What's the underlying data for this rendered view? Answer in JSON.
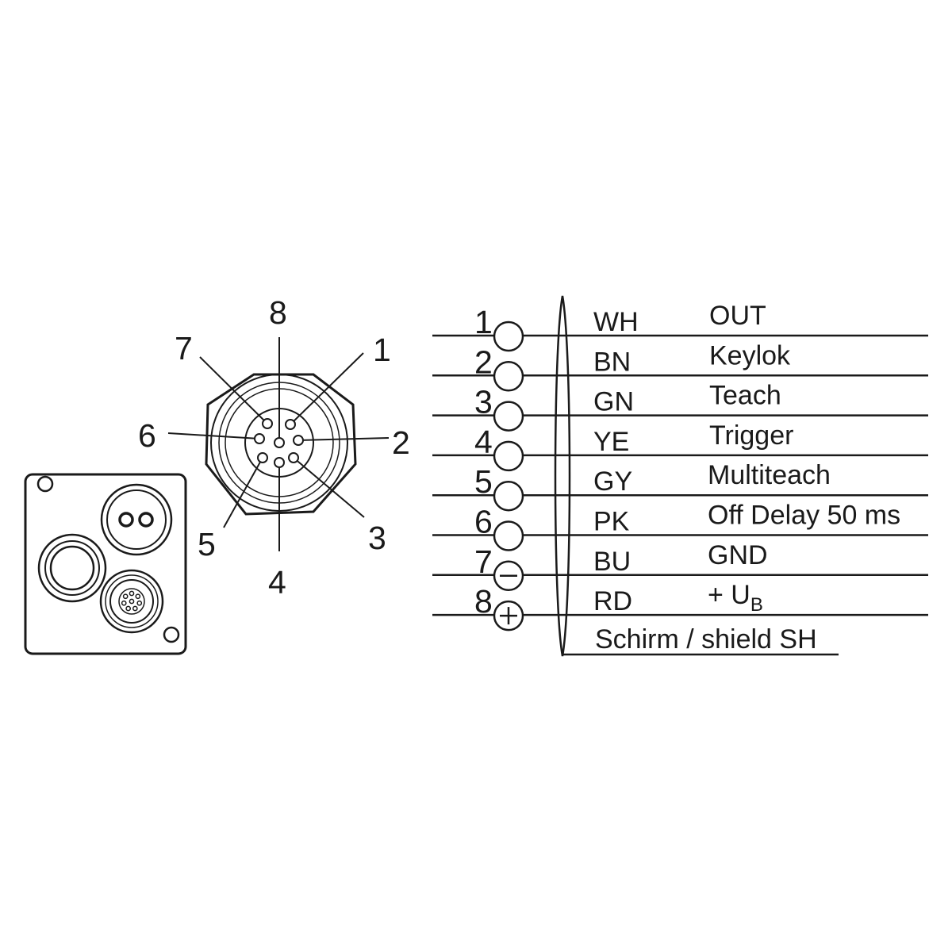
{
  "connector": {
    "pin_labels": [
      "1",
      "2",
      "3",
      "4",
      "5",
      "6",
      "7",
      "8"
    ]
  },
  "wiring": {
    "rows": [
      {
        "pin": "1",
        "color": "WH",
        "function": "OUT"
      },
      {
        "pin": "2",
        "color": "BN",
        "function": "Keylok"
      },
      {
        "pin": "3",
        "color": "GN",
        "function": "Teach"
      },
      {
        "pin": "4",
        "color": "YE",
        "function": "Trigger"
      },
      {
        "pin": "5",
        "color": "GY",
        "function": "Multiteach"
      },
      {
        "pin": "6",
        "color": "PK",
        "function": "Off Delay 50 ms"
      },
      {
        "pin": "7",
        "color": "BU",
        "function": "GND"
      },
      {
        "pin": "8",
        "color": "RD",
        "function": "+ U",
        "function_sub": "B"
      }
    ],
    "shield_label": "Schirm / shield SH",
    "symbols": {
      "pin7": "minus-symbol",
      "pin8": "plus-symbol"
    }
  },
  "colors": {
    "line": "#1a1a1a",
    "background": "#ffffff"
  }
}
